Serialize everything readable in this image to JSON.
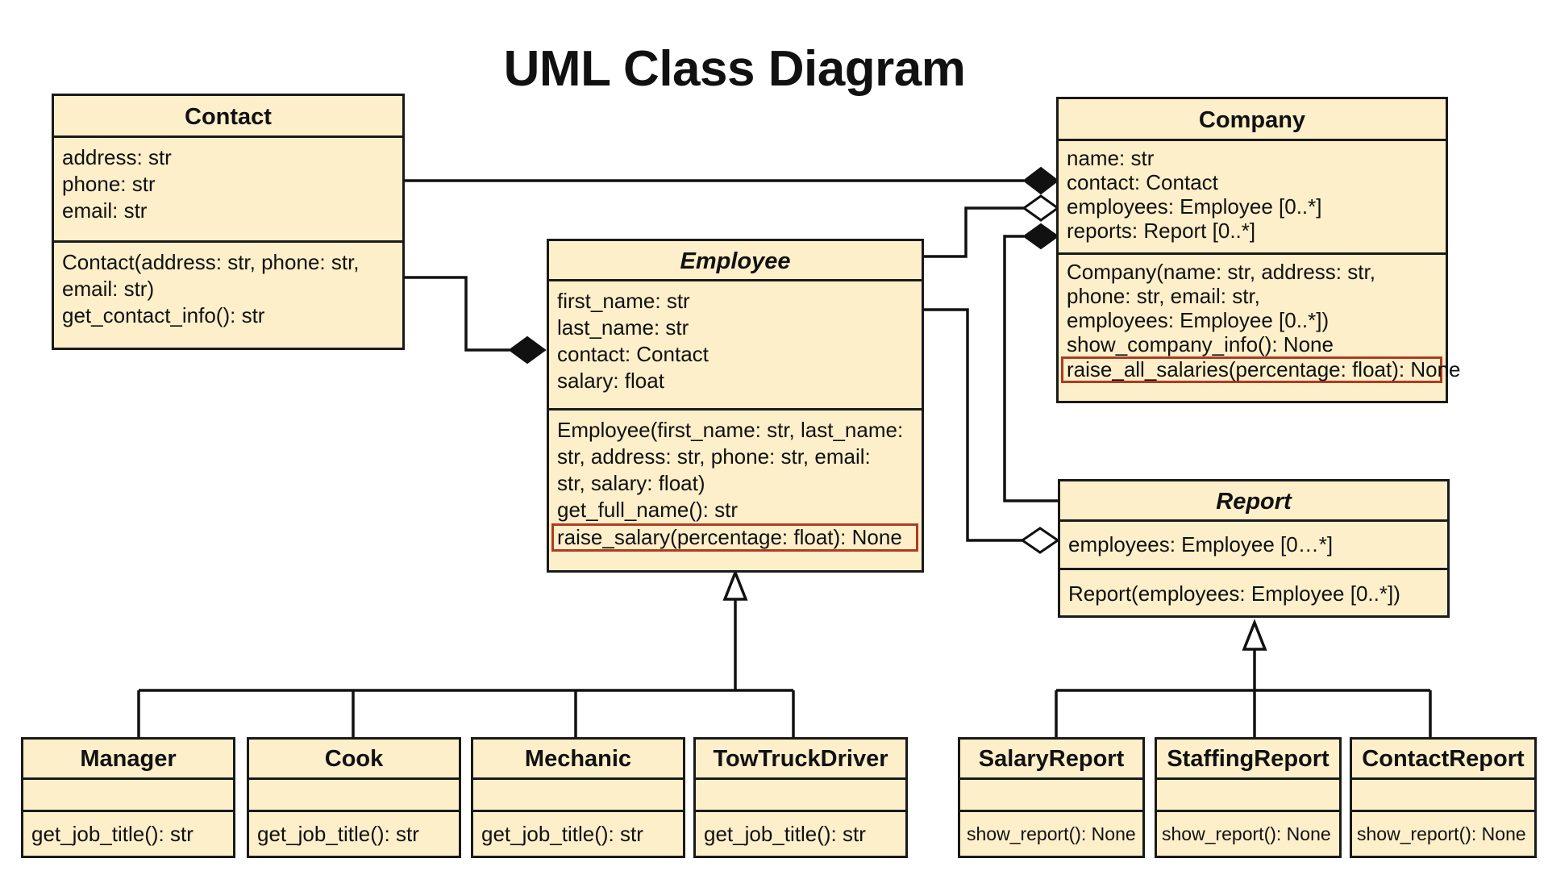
{
  "title": "UML Class Diagram",
  "classes": {
    "contact": {
      "name": "Contact",
      "attributes": [
        "address: str",
        "phone: str",
        "email: str"
      ],
      "methods": [
        "Contact(address: str, phone: str,",
        "email: str)",
        "get_contact_info(): str"
      ]
    },
    "company": {
      "name": "Company",
      "attributes": [
        "name: str",
        "contact: Contact",
        "employees: Employee [0..*]",
        "reports: Report [0..*]"
      ],
      "methods": [
        "Company(name: str, address: str,",
        "phone: str, email: str,",
        "employees: Employee [0..*])",
        "show_company_info(): None",
        "raise_all_salaries(percentage: float): None"
      ]
    },
    "employee": {
      "name": "Employee",
      "attributes": [
        "first_name: str",
        "last_name: str",
        "contact: Contact",
        "salary: float"
      ],
      "methods": [
        "Employee(first_name: str, last_name:",
        "str, address: str, phone: str, email:",
        "str,  salary: float)",
        "get_full_name(): str",
        "raise_salary(percentage: float): None"
      ]
    },
    "report": {
      "name": "Report",
      "attributes": [
        "employees: Employee [0…*]"
      ],
      "methods": [
        "Report(employees: Employee [0..*])"
      ]
    },
    "manager": {
      "name": "Manager",
      "method": "get_job_title(): str"
    },
    "cook": {
      "name": "Cook",
      "method": "get_job_title(): str"
    },
    "mechanic": {
      "name": "Mechanic",
      "method": "get_job_title(): str"
    },
    "towtruckdriver": {
      "name": "TowTruckDriver",
      "method": "get_job_title(): str"
    },
    "salaryreport": {
      "name": "SalaryReport",
      "method": "show_report(): None"
    },
    "staffingreport": {
      "name": "StaffingReport",
      "method": "show_report(): None"
    },
    "contactreport": {
      "name": "ContactReport",
      "method": "show_report(): None"
    }
  },
  "colors": {
    "box_fill": "#fdefc9",
    "border": "#1a1a1a",
    "highlight": "#b03a22"
  }
}
